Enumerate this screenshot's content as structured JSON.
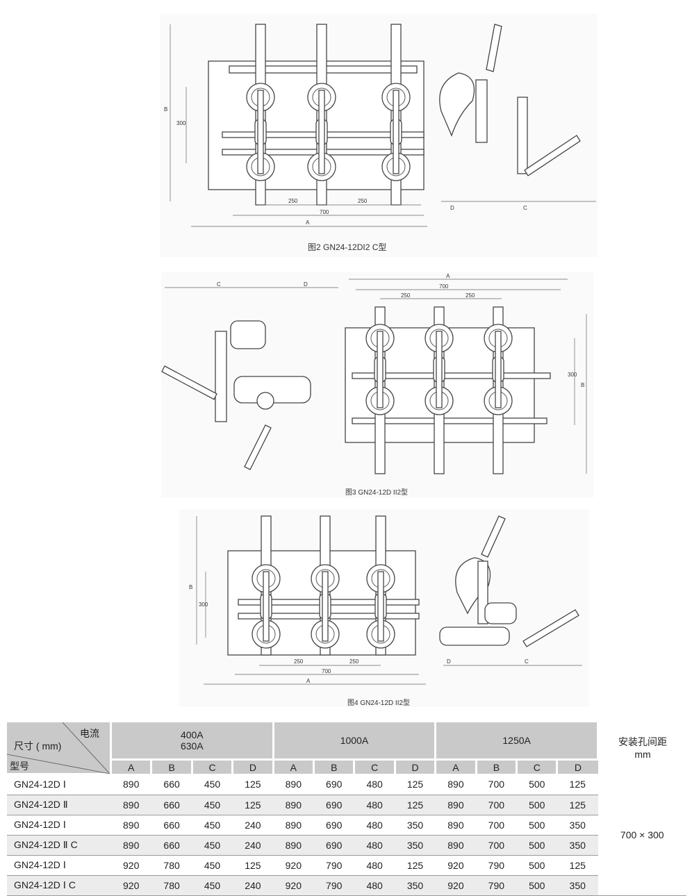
{
  "figures": [
    {
      "caption": "图2 GN24-12DI2 C型",
      "dims": {
        "A": "A",
        "B": "B",
        "C": "C",
        "D": "D",
        "w700": "700",
        "w250a": "250",
        "w250b": "250",
        "h300": "300"
      }
    },
    {
      "caption": "图3 GN24-12D II2型",
      "dims": {
        "A": "A",
        "B": "B",
        "C": "C",
        "D": "D",
        "w700": "700",
        "w250a": "250",
        "w250b": "250",
        "h300": "300"
      }
    },
    {
      "caption": "图4 GN24-12D II2型",
      "dims": {
        "A": "A",
        "B": "B",
        "C": "C",
        "D": "D",
        "w700": "700",
        "w250a": "250",
        "w250b": "250",
        "h300": "300"
      }
    }
  ],
  "table": {
    "corner": {
      "current": "电流",
      "size": "尺寸 ( mm)",
      "model": "型号"
    },
    "groups": [
      "400A\n630A",
      "1000A",
      "1250A"
    ],
    "group_lines": [
      [
        "400A",
        "630A"
      ],
      [
        "1000A"
      ],
      [
        "1250A"
      ]
    ],
    "mount_header": [
      "安装孔间距",
      "mm"
    ],
    "sub_cols": [
      "A",
      "B",
      "C",
      "D"
    ],
    "rows": [
      {
        "model": "GN24-12D Ⅰ",
        "values": [
          "890",
          "660",
          "450",
          "125",
          "890",
          "690",
          "480",
          "125",
          "890",
          "700",
          "500",
          "125"
        ]
      },
      {
        "model": "GN24-12D Ⅱ",
        "values": [
          "890",
          "660",
          "450",
          "125",
          "890",
          "690",
          "480",
          "125",
          "890",
          "700",
          "500",
          "125"
        ]
      },
      {
        "model": "GN24-12D Ⅰ",
        "values": [
          "890",
          "660",
          "450",
          "240",
          "890",
          "690",
          "480",
          "350",
          "890",
          "700",
          "500",
          "350"
        ]
      },
      {
        "model": "GN24-12D Ⅱ C",
        "values": [
          "890",
          "660",
          "450",
          "240",
          "890",
          "690",
          "480",
          "350",
          "890",
          "700",
          "500",
          "350"
        ]
      },
      {
        "model": "GN24-12D Ⅰ",
        "values": [
          "920",
          "780",
          "450",
          "125",
          "920",
          "790",
          "480",
          "125",
          "920",
          "790",
          "500",
          "125"
        ]
      },
      {
        "model": "GN24-12D Ⅰ C",
        "values": [
          "920",
          "780",
          "450",
          "240",
          "920",
          "790",
          "480",
          "350",
          "920",
          "790",
          "500",
          "350"
        ]
      }
    ],
    "mount_value": "700 × 300"
  }
}
